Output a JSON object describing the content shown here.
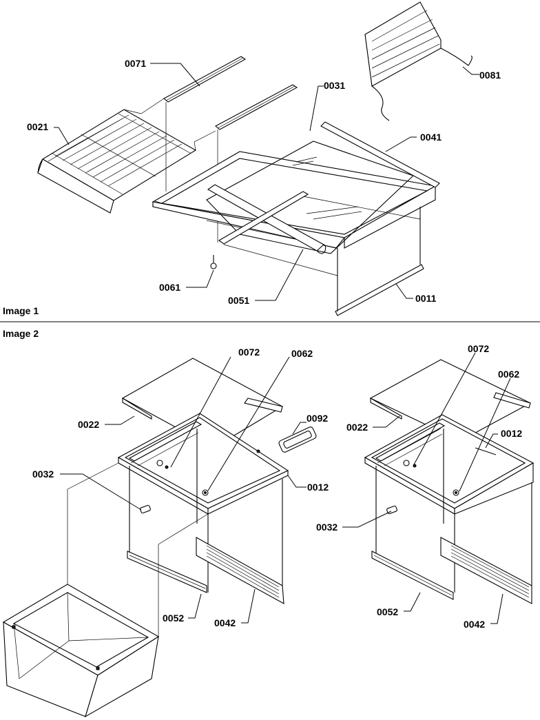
{
  "sections": [
    {
      "title": "Image 1"
    },
    {
      "title": "Image 2"
    }
  ],
  "image1": {
    "callouts": {
      "p0071": "0071",
      "p0021": "0021",
      "p0031": "0031",
      "p0081": "0081",
      "p0041": "0041",
      "p0061": "0061",
      "p0051": "0051",
      "p0011": "0011"
    }
  },
  "image2": {
    "left": {
      "p0072": "0072",
      "p0062": "0062",
      "p0092": "0092",
      "p0022": "0022",
      "p0032": "0032",
      "p0012": "0012",
      "p0052": "0052",
      "p0042": "0042"
    },
    "right": {
      "p0072": "0072",
      "p0062": "0062",
      "p0022": "0022",
      "p0012": "0012",
      "p0032": "0032",
      "p0052": "0052",
      "p0042": "0042"
    }
  }
}
